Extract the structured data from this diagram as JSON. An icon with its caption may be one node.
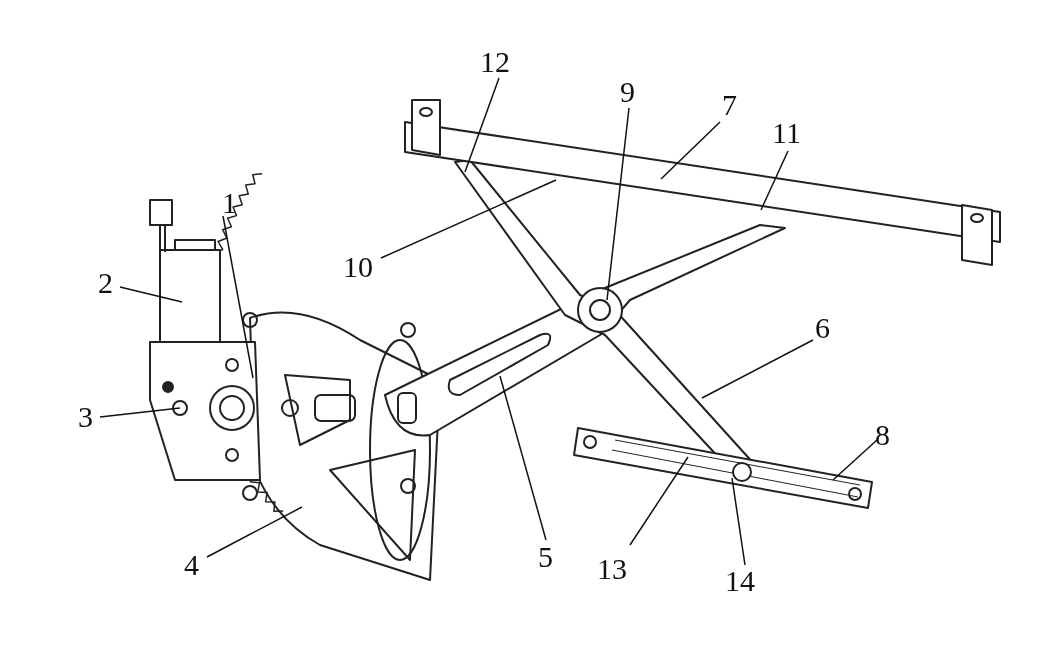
{
  "diagram": {
    "nodes": [
      {
        "text": [
          "1"
        ]
      },
      {
        "text": [
          "2"
        ]
      },
      {
        "text": [
          "3"
        ]
      },
      {
        "text": [
          "4"
        ]
      },
      {
        "text": [
          "5"
        ]
      },
      {
        "text": [
          "6"
        ]
      },
      {
        "text": [
          "7"
        ]
      },
      {
        "text": [
          "8"
        ]
      },
      {
        "text": [
          "9"
        ]
      },
      {
        "text": [
          "10"
        ]
      },
      {
        "text": [
          "11"
        ]
      },
      {
        "text": [
          "12"
        ]
      },
      {
        "text": [
          "13"
        ]
      },
      {
        "text": [
          "14"
        ]
      }
    ],
    "edges": [
      {
        "from": 0,
        "to": null,
        "arrow": "none"
      },
      {
        "from": 1,
        "to": null,
        "arrow": "none"
      },
      {
        "from": 2,
        "to": null,
        "arrow": "none"
      },
      {
        "from": 3,
        "to": null,
        "arrow": "none"
      },
      {
        "from": 4,
        "to": null,
        "arrow": "none"
      },
      {
        "from": 5,
        "to": null,
        "arrow": "none"
      },
      {
        "from": 6,
        "to": null,
        "arrow": "none"
      },
      {
        "from": 7,
        "to": null,
        "arrow": "none"
      },
      {
        "from": 8,
        "to": null,
        "arrow": "none"
      },
      {
        "from": 9,
        "to": null,
        "arrow": "none"
      },
      {
        "from": 10,
        "to": null,
        "arrow": "none"
      },
      {
        "from": 11,
        "to": null,
        "arrow": "none"
      },
      {
        "from": 12,
        "to": null,
        "arrow": "none"
      },
      {
        "from": 13,
        "to": null,
        "arrow": "none"
      }
    ]
  }
}
